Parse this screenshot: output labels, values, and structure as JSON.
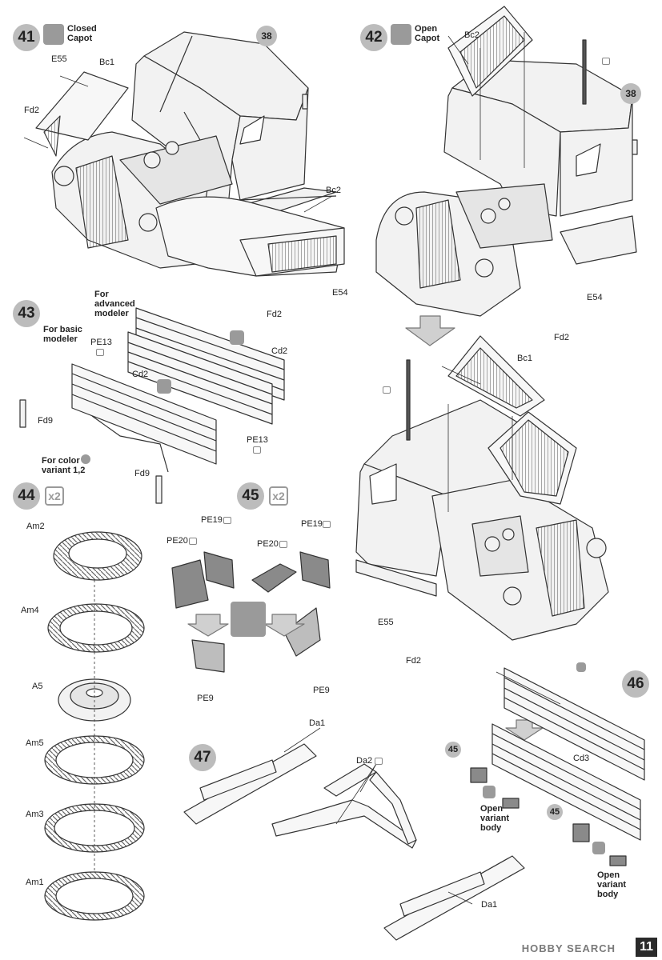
{
  "page_number": "11",
  "watermark": "HOBBY SEARCH",
  "steps": [
    {
      "num": "41",
      "label": "Closed Capot"
    },
    {
      "num": "42",
      "label": "Open Capot"
    },
    {
      "num": "43"
    },
    {
      "num": "44",
      "mult": "x2"
    },
    {
      "num": "45",
      "mult": "x2"
    },
    {
      "num": "46"
    },
    {
      "num": "47"
    }
  ],
  "step41_parts": {
    "p1": "E55",
    "p2": "Bc1",
    "p3": "Fd2",
    "p4": "38",
    "p5": "Bc2",
    "p6": "Fd2",
    "p7": "E54"
  },
  "step42_parts": {
    "p1": "Bc2",
    "p2": "38",
    "p3": "E54",
    "p4": "Fd2",
    "p5": "Bc1",
    "p6": "E55",
    "p7": "Fd2"
  },
  "step43": {
    "advanced": "For advanced modeler",
    "basic": "For basic modeler",
    "color": "For color variant 1,2",
    "parts": {
      "pe13a": "PE13",
      "cd2a": "Cd2",
      "cd2b": "Cd2",
      "fd9a": "Fd9",
      "pe13b": "PE13",
      "fd9b": "Fd9"
    }
  },
  "step44_parts": [
    "Am2",
    "Am4",
    "A5",
    "Am5",
    "Am3",
    "Am1"
  ],
  "step45_parts": {
    "pe19a": "PE19",
    "pe20a": "PE20",
    "pe19b": "PE19",
    "pe20b": "PE20",
    "pe9a": "PE9",
    "pe9b": "PE9"
  },
  "step46": {
    "sub1": "45",
    "sub2": "45",
    "cd3": "Cd3",
    "open1": "Open variant body",
    "open2": "Open variant body"
  },
  "step47_parts": {
    "da1a": "Da1",
    "da2": "Da2",
    "da1b": "Da1"
  }
}
